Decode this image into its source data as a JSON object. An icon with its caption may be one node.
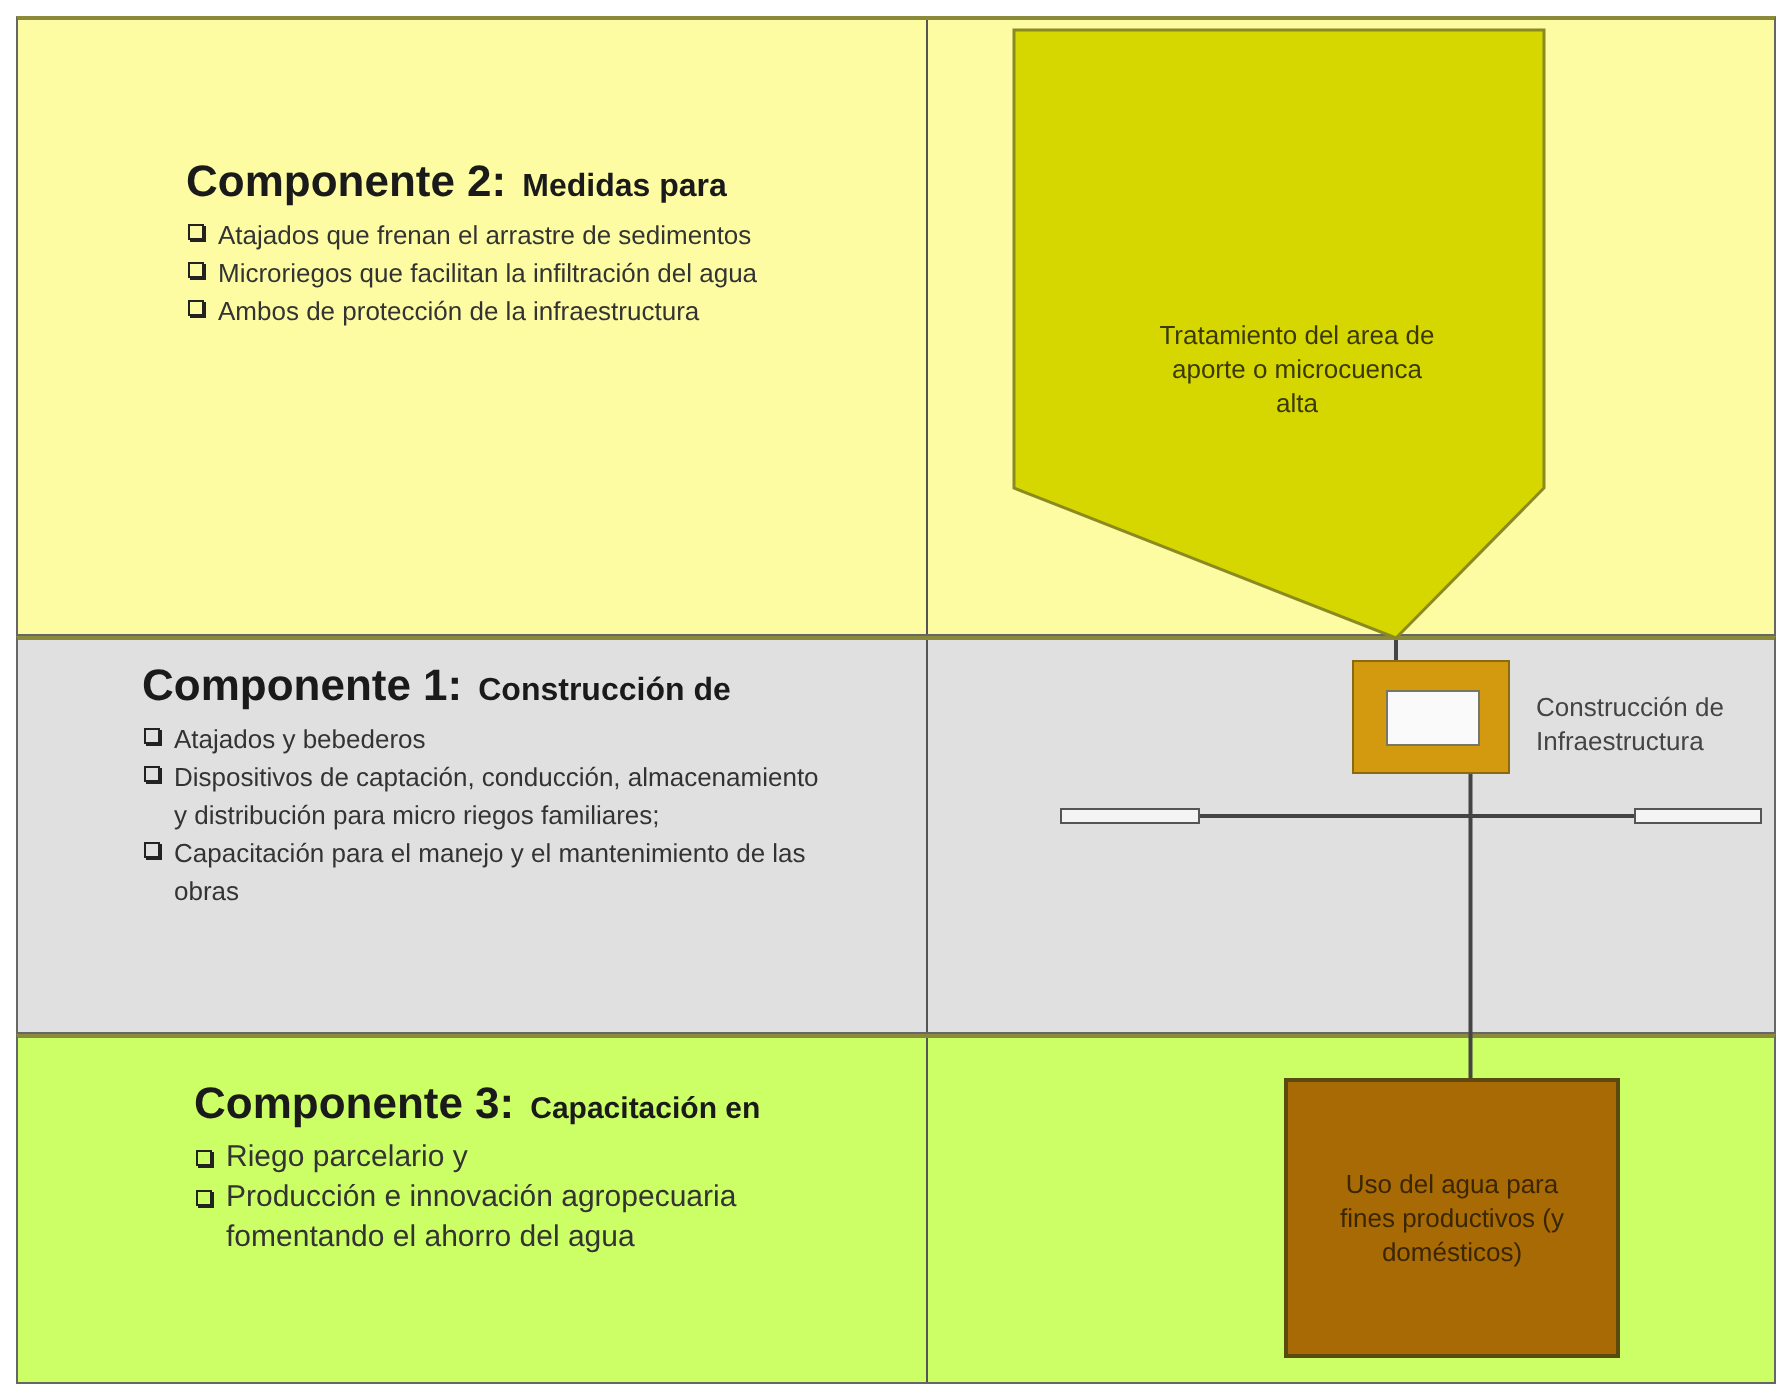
{
  "diagram": {
    "nodes": [
      {
        "text": [
          "Componente 2:",
          "Medidas para",
          "Atajados que  frenan el arrastre de sedimentos",
          "Microriegos que facilitan la infiltración del agua",
          "Ambos de protección de la infraestructura"
        ]
      },
      {
        "text": [
          "Tratamiento del area de aporte o microcuenca alta"
        ],
        "in": 0
      },
      {
        "text": [
          "Componente 1:",
          "Construcción de",
          "Atajados y bebederos",
          "Dispositivos de captación, conducción, almacenamiento y distribución para micro riegos  familiares;",
          "Capacitación para el manejo y el mantenimiento de las obras"
        ]
      },
      {
        "text": [],
        "shape": "box",
        "in": 2,
        "beside": [
          "Construcción de Infraestructura"
        ]
      },
      {
        "text": [],
        "shape": "bar",
        "in": 2
      },
      {
        "text": [],
        "shape": "bar",
        "in": 2
      },
      {
        "text": [
          "Componente 3:",
          "Capacitación en",
          "Riego parcelario y",
          "Producción e innovación agropecuaria fomentando el ahorro del agua"
        ]
      },
      {
        "text": [
          "Uso del agua para fines productivos (y domésticos)"
        ],
        "in": 6
      }
    ],
    "edges": [
      {
        "from": 1,
        "to": 3,
        "arrow": "none"
      },
      {
        "from": 3,
        "to": 7,
        "arrow": "none"
      },
      {
        "from": 4,
        "to": 5,
        "arrow": "none"
      }
    ]
  }
}
